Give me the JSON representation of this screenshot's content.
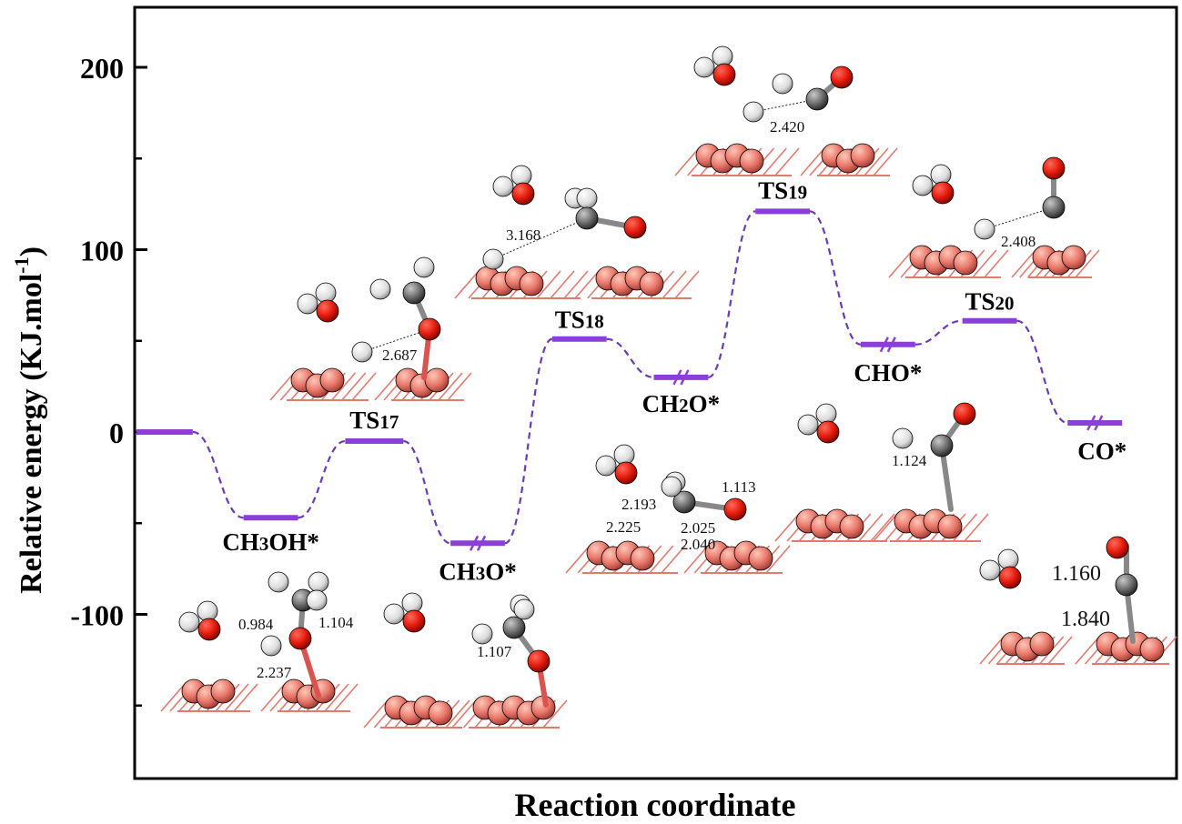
{
  "chart_data": {
    "type": "line",
    "xlabel": "Reaction coordinate",
    "ylabel": "Relative energy (KJ.mol-1)",
    "ylabel_parts": {
      "main": "Relative energy (KJ.mol",
      "sup": "-1",
      "close": ")"
    },
    "ylim": [
      -190,
      235
    ],
    "yticks": [
      -100,
      0,
      100,
      200
    ],
    "ytick_labels": [
      "-100",
      "0",
      "100",
      "200"
    ],
    "grid": false,
    "line_color": "#8B3FD8",
    "connector_color": "#6A3BB5",
    "levels": [
      {
        "id": "start",
        "x1": 0.05,
        "x2": 1.6,
        "energy": 0,
        "label": "",
        "break": false
      },
      {
        "id": "ch3oh",
        "x1": 3.0,
        "x2": 4.5,
        "energy": -47,
        "label": "CH3OH*",
        "break": false
      },
      {
        "id": "ts17",
        "x1": 5.8,
        "x2": 7.4,
        "energy": -5,
        "label": "TS17",
        "break": false
      },
      {
        "id": "ch3o",
        "x1": 8.7,
        "x2": 10.2,
        "energy": -61,
        "label": "CH3O*",
        "break": true
      },
      {
        "id": "ts18",
        "x1": 11.5,
        "x2": 13.0,
        "energy": 51,
        "label": "TS18",
        "break": false
      },
      {
        "id": "ch2o",
        "x1": 14.3,
        "x2": 15.8,
        "energy": 30,
        "label": "CH2O*",
        "break": true
      },
      {
        "id": "ts19",
        "x1": 17.1,
        "x2": 18.6,
        "energy": 121,
        "label": "TS19",
        "break": false
      },
      {
        "id": "cho",
        "x1": 20.0,
        "x2": 21.5,
        "energy": 48,
        "label": "CHO*",
        "break": true
      },
      {
        "id": "ts20",
        "x1": 22.8,
        "x2": 24.3,
        "energy": 61,
        "label": "TS20",
        "break": false
      },
      {
        "id": "co",
        "x1": 25.7,
        "x2": 27.2,
        "energy": 5,
        "label": "CO*",
        "break": true
      }
    ],
    "annotations": {
      "ch3oh": [
        "0.984",
        "1.104",
        "2.237"
      ],
      "ts17": [
        "2.687"
      ],
      "ch3o": [
        "1.107"
      ],
      "ts18": [
        "3.168"
      ],
      "ch2o": [
        "2.193",
        "1.113",
        "2.225",
        "2.025",
        "2.040"
      ],
      "ts19": [
        "2.420"
      ],
      "cho": [
        "1.124"
      ],
      "ts20": [
        "2.408"
      ],
      "co": [
        "1.160",
        "1.840"
      ]
    }
  }
}
